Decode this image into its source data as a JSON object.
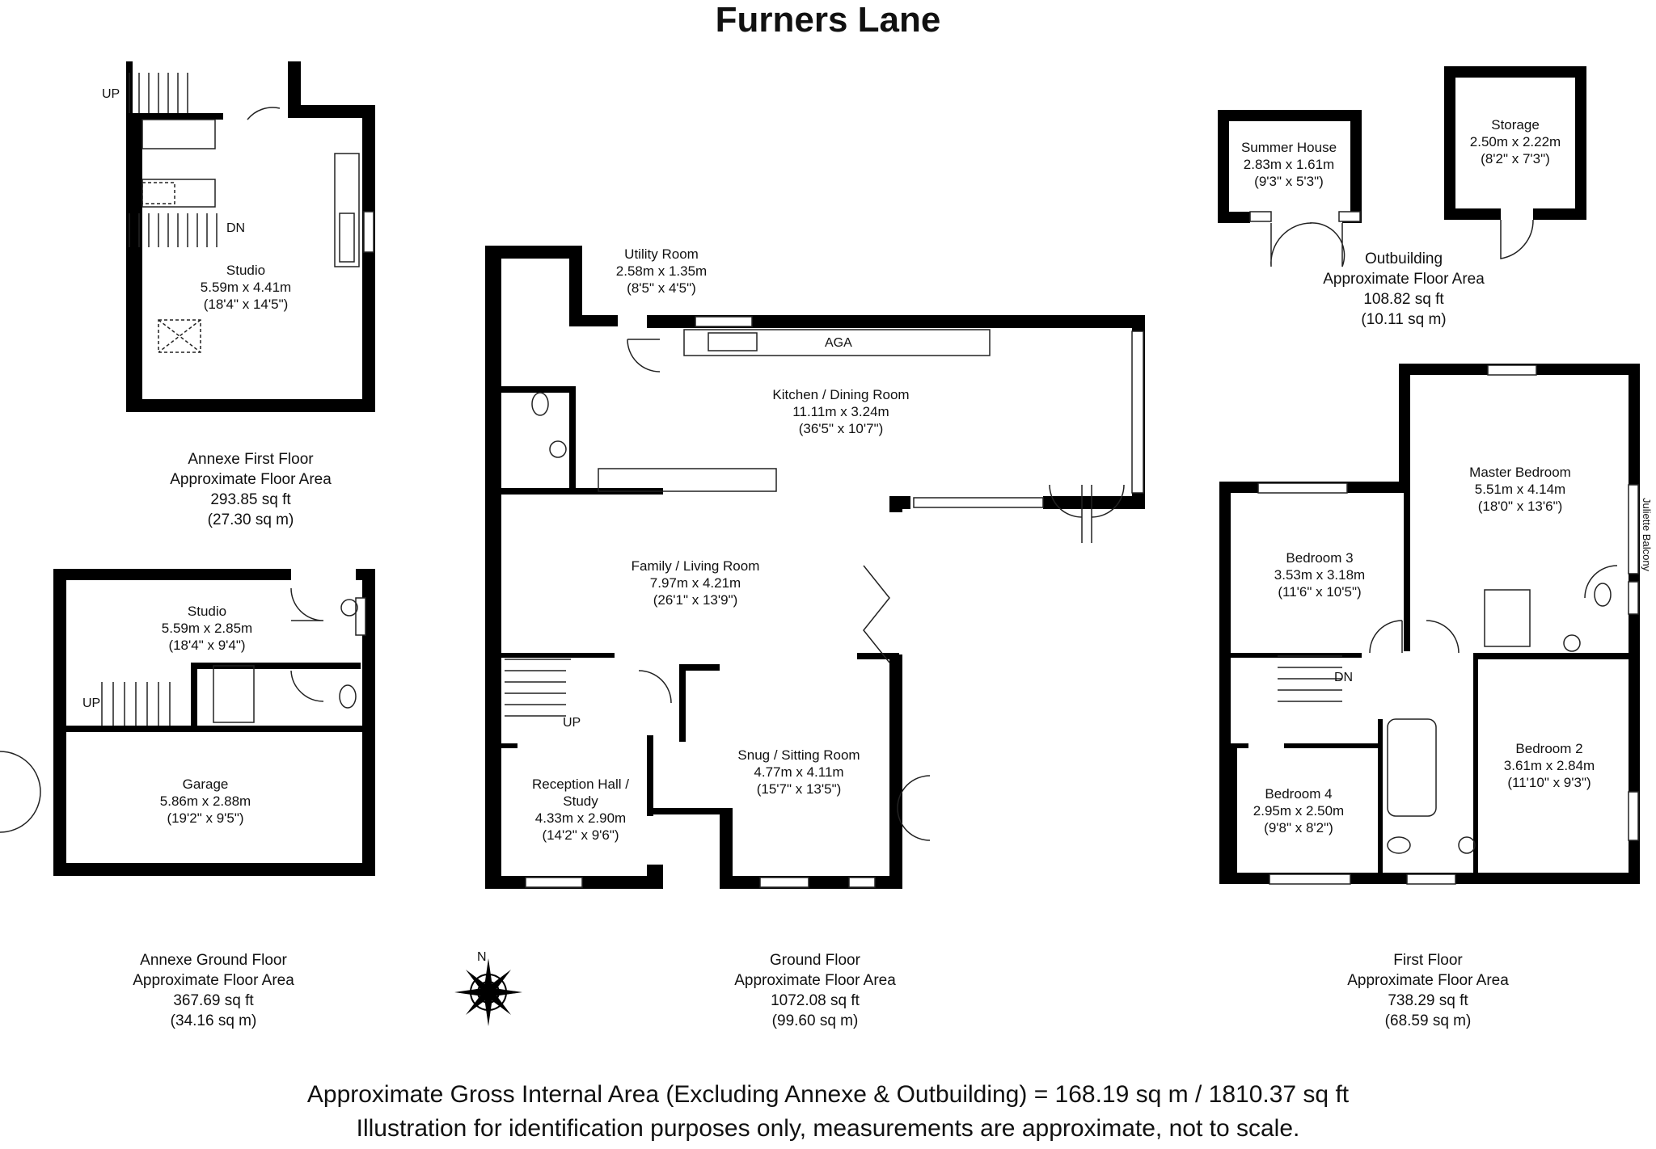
{
  "title": "Furners Lane",
  "annexe_first_floor": {
    "room": {
      "name": "Studio",
      "metric": "5.59m x 4.41m",
      "imperial": "(18'4\" x 14'5\")"
    },
    "up_label": "UP",
    "dn_label": "DN",
    "area": {
      "name": "Annexe First Floor",
      "line2": "Approximate Floor Area",
      "sqft": "293.85 sq ft",
      "sqm": "(27.30 sq m)"
    }
  },
  "annexe_ground_floor": {
    "studio": {
      "name": "Studio",
      "metric": "5.59m x 2.85m",
      "imperial": "(18'4\" x 9'4\")"
    },
    "garage": {
      "name": "Garage",
      "metric": "5.86m x 2.88m",
      "imperial": "(19'2\" x 9'5\")"
    },
    "up_label": "UP",
    "area": {
      "name": "Annexe Ground Floor",
      "line2": "Approximate Floor Area",
      "sqft": "367.69 sq ft",
      "sqm": "(34.16 sq m)"
    }
  },
  "ground_floor": {
    "utility": {
      "name": "Utility Room",
      "metric": "2.58m x 1.35m",
      "imperial": "(8'5\" x 4'5\")"
    },
    "kitchen": {
      "name": "Kitchen / Dining Room",
      "metric": "11.11m x 3.24m",
      "imperial": "(36'5\" x 10'7\")"
    },
    "aga_label": "AGA",
    "family": {
      "name": "Family / Living Room",
      "metric": "7.97m x 4.21m",
      "imperial": "(26'1\" x 13'9\")"
    },
    "reception": {
      "name": "Reception Hall /",
      "name2": "Study",
      "metric": "4.33m x 2.90m",
      "imperial": "(14'2\" x 9'6\")"
    },
    "snug": {
      "name": "Snug / Sitting Room",
      "metric": "4.77m x 4.11m",
      "imperial": "(15'7\" x 13'5\")"
    },
    "up_label": "UP",
    "area": {
      "name": "Ground Floor",
      "line2": "Approximate Floor Area",
      "sqft": "1072.08 sq ft",
      "sqm": "(99.60 sq m)"
    }
  },
  "outbuilding": {
    "summer_house": {
      "name": "Summer House",
      "metric": "2.83m x 1.61m",
      "imperial": "(9'3\" x 5'3\")"
    },
    "storage": {
      "name": "Storage",
      "metric": "2.50m x 2.22m",
      "imperial": "(8'2\" x 7'3\")"
    },
    "area": {
      "name": "Outbuilding",
      "line2": "Approximate Floor Area",
      "sqft": "108.82 sq ft",
      "sqm": "(10.11 sq m)"
    }
  },
  "first_floor": {
    "master": {
      "name": "Master Bedroom",
      "metric": "5.51m x 4.14m",
      "imperial": "(18'0\" x 13'6\")"
    },
    "bedroom3": {
      "name": "Bedroom 3",
      "metric": "3.53m x 3.18m",
      "imperial": "(11'6\" x 10'5\")"
    },
    "bedroom2": {
      "name": "Bedroom 2",
      "metric": "3.61m x 2.84m",
      "imperial": "(11'10\" x 9'3\")"
    },
    "bedroom4": {
      "name": "Bedroom 4",
      "metric": "2.95m x 2.50m",
      "imperial": "(9'8\" x 8'2\")"
    },
    "balcony_label": "Juliette Balcony",
    "dn_label": "DN",
    "area": {
      "name": "First Floor",
      "line2": "Approximate Floor Area",
      "sqft": "738.29 sq ft",
      "sqm": "(68.59 sq m)"
    }
  },
  "compass_label": "N",
  "footer": {
    "line1": "Approximate Gross Internal Area (Excluding Annexe & Outbuilding) = 168.19 sq m / 1810.37 sq ft",
    "line2": "Illustration for identification purposes only, measurements are approximate, not to scale."
  },
  "colors": {
    "wall": "#000000",
    "background": "#ffffff",
    "line": "#222222"
  }
}
